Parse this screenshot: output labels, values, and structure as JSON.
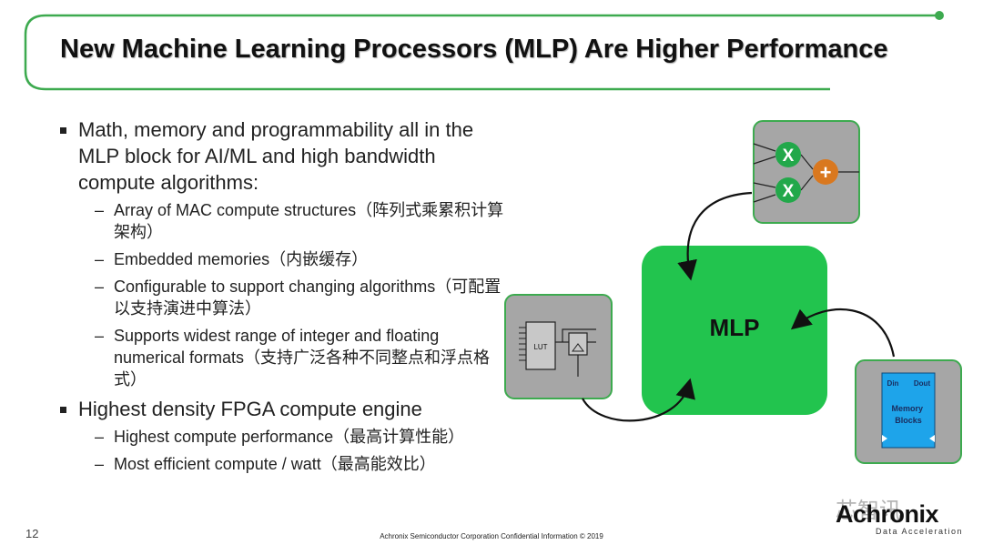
{
  "title": "New Machine Learning Processors (MLP) Are Higher Performance",
  "bullets": [
    {
      "text": "Math, memory and programmability all in the MLP block for AI/ML and high bandwidth compute algorithms:",
      "sub": [
        "Array of MAC compute structures（阵列式乘累积计算架构）",
        "Embedded memories（内嵌缓存）",
        "Configurable to support changing algorithms（可配置以支持演进中算法）",
        "Supports widest range of integer and floating numerical formats（支持广泛各种不同整点和浮点格式）"
      ]
    },
    {
      "text": "Highest density FPGA compute engine",
      "sub": [
        "Highest compute performance（最高计算性能）",
        "Most efficient compute / watt（最高能效比）"
      ]
    }
  ],
  "diagram": {
    "center_label": "MLP",
    "lut_label": "LUT",
    "mac_symbols": {
      "multiply": "X",
      "add": "+"
    },
    "memory": {
      "din": "Din",
      "dout": "Dout",
      "label": "Memory Blocks"
    },
    "colors": {
      "green": "#22c44e",
      "tile": "#a6a6a6",
      "tile_border": "#3daa4f",
      "memory_blue": "#1ea4ea",
      "adder_orange": "#d9781f"
    }
  },
  "footer": {
    "page_number": "12",
    "confidential": "Achronix Semiconductor Corporation Confidential Information © 2019",
    "brand": "Achronix",
    "brand_sub": "Data Acceleration",
    "watermark": "芯智讯"
  }
}
